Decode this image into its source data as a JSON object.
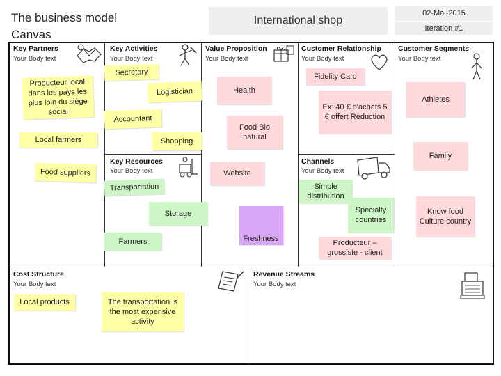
{
  "header": {
    "title": "The business model Canvas",
    "shop_name": "International shop",
    "date": "02-Mai-2015",
    "iteration": "Iteration #1"
  },
  "sections": {
    "key_partners": {
      "title": "Key Partners",
      "body": "Your Body text"
    },
    "key_activities": {
      "title": "Key Activities",
      "body": "Your Body text"
    },
    "value_proposition": {
      "title": "Value Proposition",
      "body": "Your Body text"
    },
    "customer_relationship": {
      "title": "Customer Relationship",
      "body": "Your Body text"
    },
    "customer_segments": {
      "title": "Customer Segments",
      "body": "Your Body text"
    },
    "key_resources": {
      "title": "Key Resources",
      "body": "Your Body text"
    },
    "channels": {
      "title": "Channels",
      "body": "Your Body text"
    },
    "cost_structure": {
      "title": "Cost Structure",
      "body": "Your Body text"
    },
    "revenue_streams": {
      "title": "Revenue Streams",
      "body": "Your Body text"
    }
  },
  "notes": {
    "producteur_local": "Producteur local dans les pays les plus loin du siège social",
    "local_farmers": "Local farmers",
    "food_suppliers": "Food suppliers",
    "secretary": "Secretary",
    "logistician": "Logistician",
    "accountant": "Accountant",
    "shopping": "Shopping",
    "transportation": "Transportation",
    "storage": "Storage",
    "farmers": "Farmers",
    "health": "Health",
    "food_bio": "Food Bio natural",
    "website": "Website",
    "freshness": "Freshness",
    "fidelity_card": "Fidelity Card",
    "achats": "Ex: 40 € d'achats 5 € offert Reduction",
    "simple_distribution": "Simple distribution",
    "specialty_countries": "Specialty countries",
    "producteur_grossiste": "Producteur – grossiste - client",
    "athletes": "Athletes",
    "family": "Family",
    "know_food": "Know food Culture country",
    "local_products": "Local products",
    "transport_expensive": "The transportation is the most expensive activity"
  },
  "icons": [
    "handshake-icon",
    "worker-icon",
    "gift-icon",
    "heart-icon",
    "person-icon",
    "forklift-icon",
    "truck-icon",
    "receipt-icon",
    "cash-register-icon"
  ],
  "colors": {
    "yellow": "#ffffa6",
    "pink": "#ffd9dc",
    "green": "#cdf5c6",
    "purple": "#d9a6f5"
  }
}
